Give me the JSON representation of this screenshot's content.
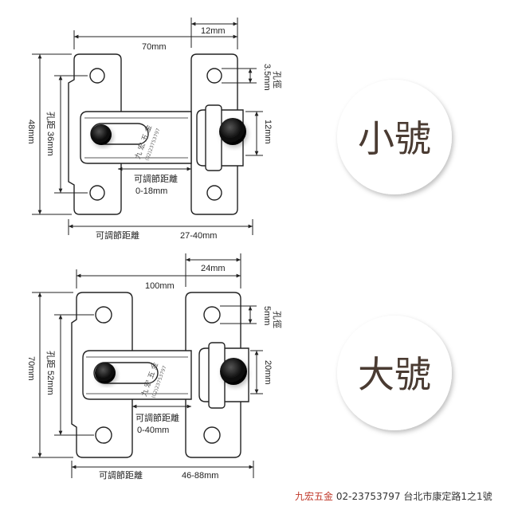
{
  "small": {
    "width": "70mm",
    "plate_width": "12mm",
    "height": "48mm",
    "hole_pitch": "孔距 36mm",
    "hole_label": "孔徑",
    "hole_dia": "3.5mm",
    "knob": "12mm",
    "adjust_label": "可調節距離",
    "adjust_range": "0-18mm",
    "span_label": "可調節距離",
    "span_range": "27-40mm",
    "badge": "小號",
    "watermark": "九 宏 五 金",
    "watermark_phone": "(02)23753797"
  },
  "large": {
    "width": "100mm",
    "plate_width": "24mm",
    "height": "70mm",
    "hole_pitch": "孔距 52mm",
    "hole_label": "孔徑",
    "hole_dia": "5mm",
    "knob": "20mm",
    "adjust_label": "可調節距離",
    "adjust_range": "0-40mm",
    "span_label": "可調節距離",
    "span_range": "46-88mm",
    "badge": "大號",
    "watermark": "九 宏 五 金",
    "watermark_phone": "(02)23753797"
  },
  "footer": {
    "brand": "九宏五金",
    "phone": "02-23753797",
    "address": "台北市康定路1之1號"
  },
  "colors": {
    "line": "#222222",
    "badge_text": "#4a3b32",
    "brand": "#c0392b"
  }
}
